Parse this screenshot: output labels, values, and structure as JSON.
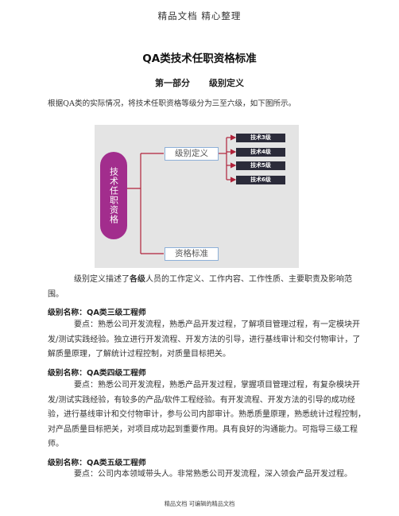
{
  "page_header": "精品文档 精心整理",
  "title": "QA类技术任职资格标准",
  "section": {
    "part": "第一部分",
    "name": "级别定义"
  },
  "intro": "根据QA类的实际情况，将技术任职资格等级分为三至六级，如下图所示。",
  "diagram": {
    "root": "技术任职资格",
    "branch_definition": "级别定义",
    "branch_standard": "资格标准",
    "levels": [
      "技术3级",
      "技术4级",
      "技术5级",
      "技术6级"
    ],
    "colors": {
      "root": "#a22d8d",
      "line": "#b0223a",
      "level": "#2b2b3a"
    }
  },
  "definition_para": {
    "prefix": "级别定义描述了",
    "bold": "各级",
    "suffix": "人员的工作定义、工作内容、工作性质、主要职责及影响范围。"
  },
  "levels_detail": [
    {
      "heading": "级别名称：QA类三级工程师",
      "text": "要点：熟悉公司开发流程，熟悉产品开发过程，了解项目管理过程，有一定模块开发/测试实践经验。独立进行开发流程、开发方法的引导，进行基线审计和交付物审计，了解质量原理，了解统计过程控制，对质量目标把关。"
    },
    {
      "heading": "级别名称：QA类四级工程师",
      "text": "要点：熟悉公司开发流程，熟悉产品开发过程，掌握项目管理过程，有复杂模块开发/测试实践经验，有较多的产品/软件工程经验。有开发流程、开发方法的引导的成功经验，进行基线审计和交付物审计，参与公司内部审计。熟悉质量原理，熟悉统计过程控制，对产品质量目标把关，对项目成功起到重要作用。具有良好的沟通能力。可指导三级工程师。"
    },
    {
      "heading": "级别名称：QA类五级工程师",
      "text": "要点：公司内本领域带头人。非常熟悉公司开发流程，深入领会产品开发过程。"
    }
  ],
  "page_footer": "精品文档 可编辑的精品文档"
}
